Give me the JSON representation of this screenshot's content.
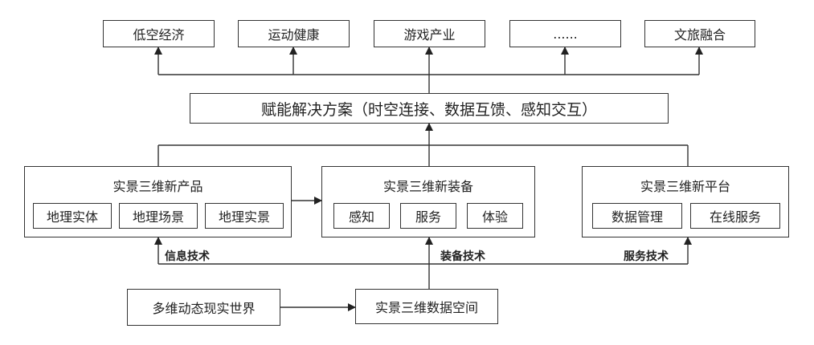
{
  "outcomes": [
    "低空经济",
    "运动健康",
    "游戏产业",
    "......",
    "文旅融合"
  ],
  "solution": "赋能解决方案（时空连接、数据互馈、感知交互）",
  "groups": [
    {
      "title": "实景三维新产品",
      "items": [
        "地理实体",
        "地理场景",
        "地理实景"
      ]
    },
    {
      "title": "实景三维新装备",
      "items": [
        "感知",
        "服务",
        "体验"
      ]
    },
    {
      "title": "实景三维新平台",
      "items": [
        "数据管理",
        "在线服务"
      ]
    }
  ],
  "tech_labels": [
    "信息技术",
    "装备技术",
    "服务技术"
  ],
  "sources": {
    "world": "多维动态现实世界",
    "space": "实景三维数据空间"
  }
}
